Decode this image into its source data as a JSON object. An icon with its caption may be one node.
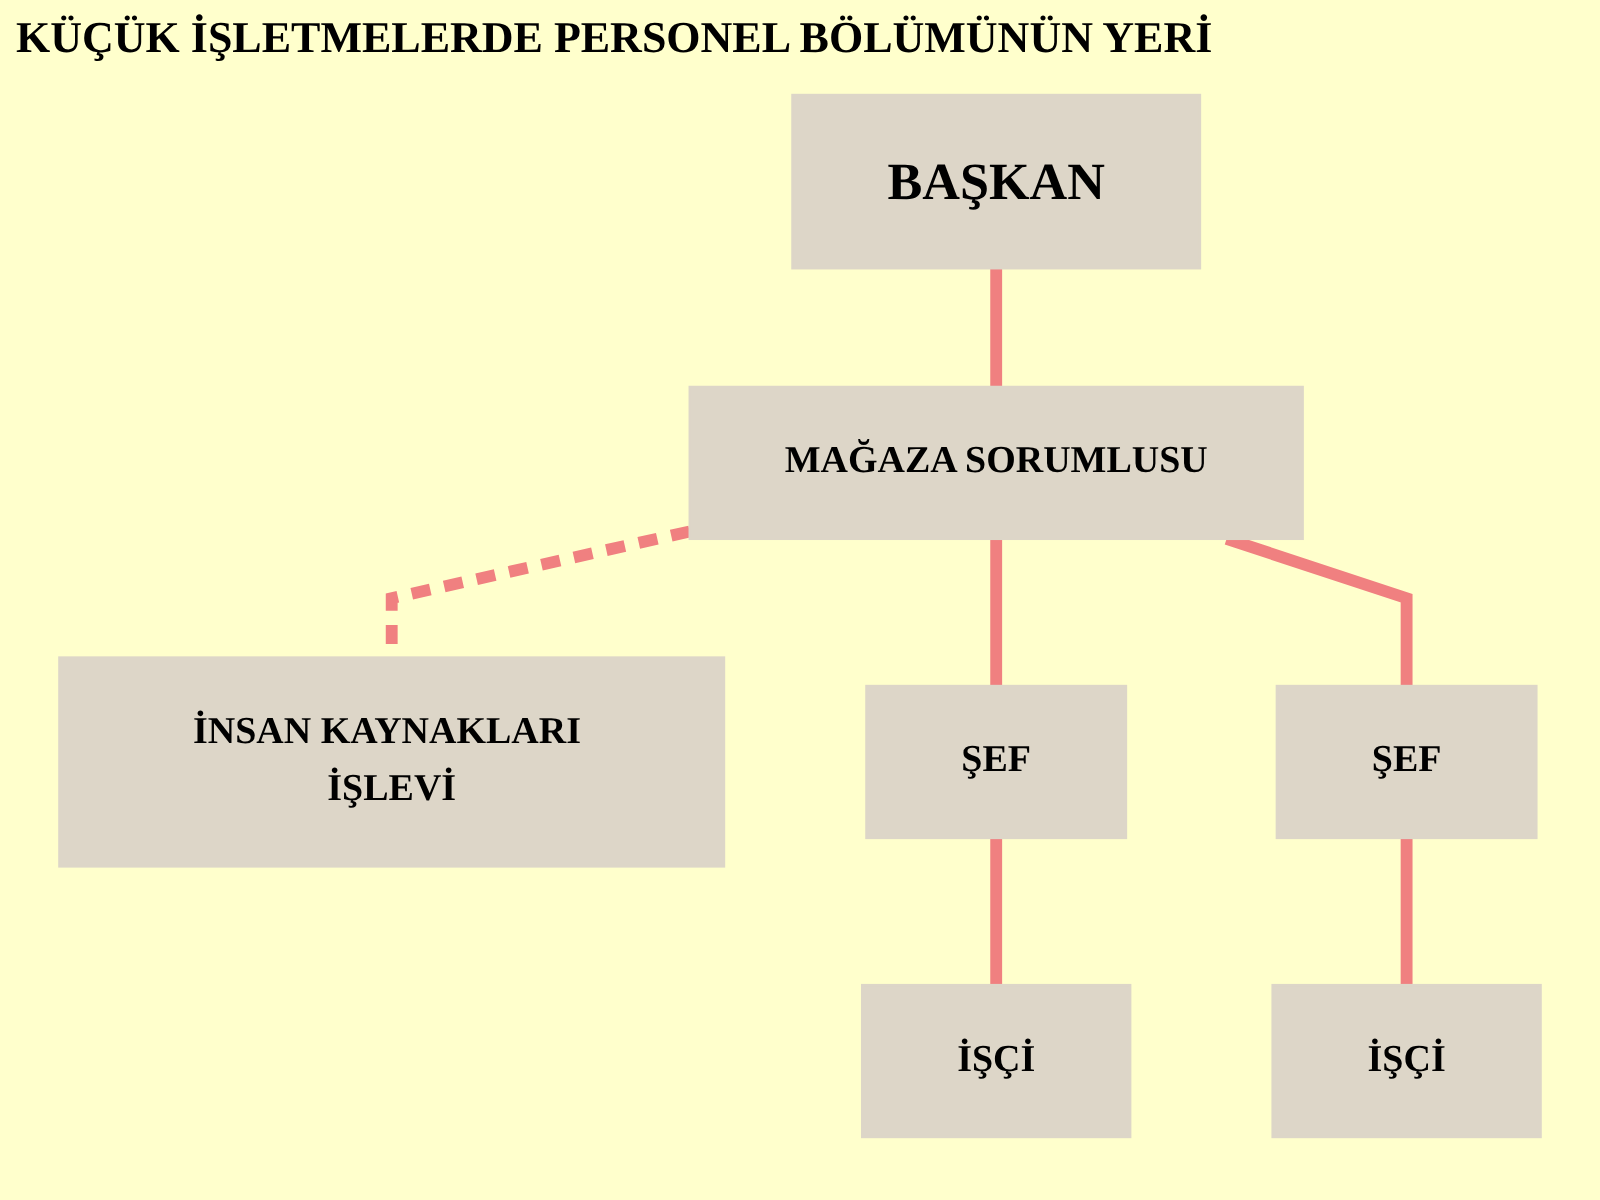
{
  "diagram": {
    "title": "KÜÇÜK İŞLETMELERDE PERSONEL BÖLÜMÜNÜN YERİ",
    "nodes": [
      {
        "text": [
          "BAŞKAN"
        ]
      },
      {
        "text": [
          "MAĞAZA SORUMLUSU"
        ]
      },
      {
        "text": [
          "İNSAN KAYNAKLARI İŞLEVİ"
        ]
      },
      {
        "text": [
          "ŞEF"
        ]
      },
      {
        "text": [
          "İŞÇİ"
        ]
      },
      {
        "text": [
          "ŞEF"
        ]
      },
      {
        "text": [
          "İŞÇİ"
        ]
      }
    ],
    "edges": [
      {
        "from": 0,
        "to": 1,
        "arrow": "none"
      },
      {
        "from": 1,
        "to": 2,
        "arrow": "none",
        "style": "dashed"
      },
      {
        "from": 1,
        "to": 3,
        "arrow": "none"
      },
      {
        "from": 1,
        "to": 5,
        "arrow": "none"
      },
      {
        "from": 3,
        "to": 4,
        "arrow": "none"
      },
      {
        "from": 5,
        "to": 6,
        "arrow": "none"
      }
    ]
  }
}
